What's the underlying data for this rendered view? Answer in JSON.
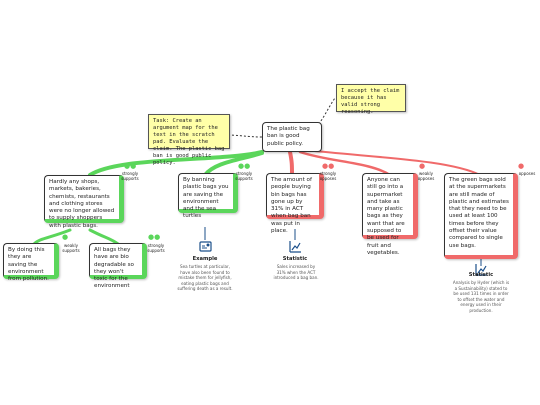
{
  "colors": {
    "support": "#5bd65b",
    "oppose": "#f06a6a",
    "note_bg": "#ffffa8",
    "icon": "#1b4f8a"
  },
  "claim": {
    "text": "The plastic bag ban is good public policy."
  },
  "notes": {
    "task": "Task: Create an argument map for the text in the scratch pad. Evaluate the claim. The plastic bag ban is good public policy.",
    "accept": "I accept the claim because it has valid strong reasoning."
  },
  "reasons": [
    {
      "text": "Hardly any shops, markets, bakeries, chemists, restaurants and clothing stores were no longer allowed to supply shoppers with plastic bags.",
      "tag": "strongly supports",
      "dots": "●●"
    },
    {
      "text": "By banning plastic bags you are saving the environment and the sea turtles",
      "tag": "strongly supports",
      "dots": "●●"
    },
    {
      "text": "The amount of people buying bin bags has gone up by 31% in ACT when bag ban was put in place.",
      "tag": "strongly opposes",
      "dots": "●●"
    },
    {
      "text": "Anyone can still go into a supermarket and take as many plastic bags as they want that are supposed to be used for fruit and vegetables.",
      "tag": "weakly opposes",
      "dots": "●"
    },
    {
      "text": "The green bags sold at the supermarkets are still made of plastic and estimates that they need to be used at least 100 times before they offset their value compared to single use bags.",
      "tag": "opposes",
      "dots": "●"
    }
  ],
  "sub_reasons": [
    {
      "text": "By doing this they are saving the environment from pollution.",
      "tag": "weakly supports",
      "dots": "●"
    },
    {
      "text": "All bags they have are bio degradable so they won't toxic for the environment",
      "tag": "strongly supports",
      "dots": "●●"
    }
  ],
  "evidence": [
    {
      "icon": "example-icon",
      "title": "Example",
      "text": "Sea turtles at particular, have also been found to mistake them for jellyfish, eating plastic bags and suffering death as a result."
    },
    {
      "icon": "statistic-icon",
      "title": "Statistic",
      "text": "Sales increased by 31% when the ACT introduced a bag ban."
    },
    {
      "icon": "statistic-icon",
      "title": "Statistic",
      "text": "Analysis by Hyder (which is a Sustainability) stated to be used 131 times in order to offset the water and energy used in their production."
    }
  ]
}
